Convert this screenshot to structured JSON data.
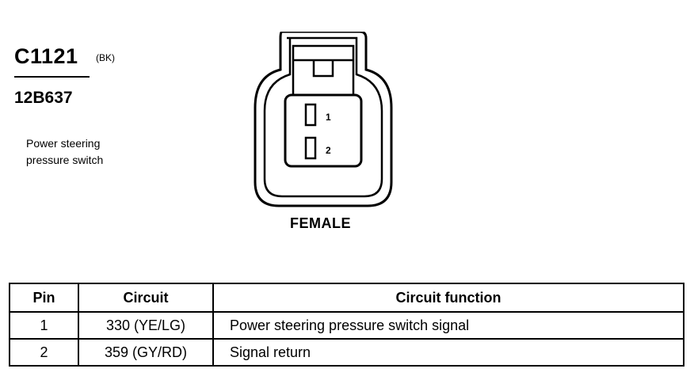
{
  "connector": {
    "id": "C1121",
    "color_code": "(BK)",
    "part_number": "12B637",
    "description_line1": "Power steering",
    "description_line2": "pressure switch",
    "gender": "FEMALE",
    "pin_labels": [
      "1",
      "2"
    ]
  },
  "table": {
    "headers": {
      "pin": "Pin",
      "circuit": "Circuit",
      "function": "Circuit function"
    },
    "rows": [
      {
        "pin": "1",
        "circuit": "330 (YE/LG)",
        "function": "Power steering pressure switch signal"
      },
      {
        "pin": "2",
        "circuit": "359 (GY/RD)",
        "function": "Signal return"
      }
    ]
  }
}
